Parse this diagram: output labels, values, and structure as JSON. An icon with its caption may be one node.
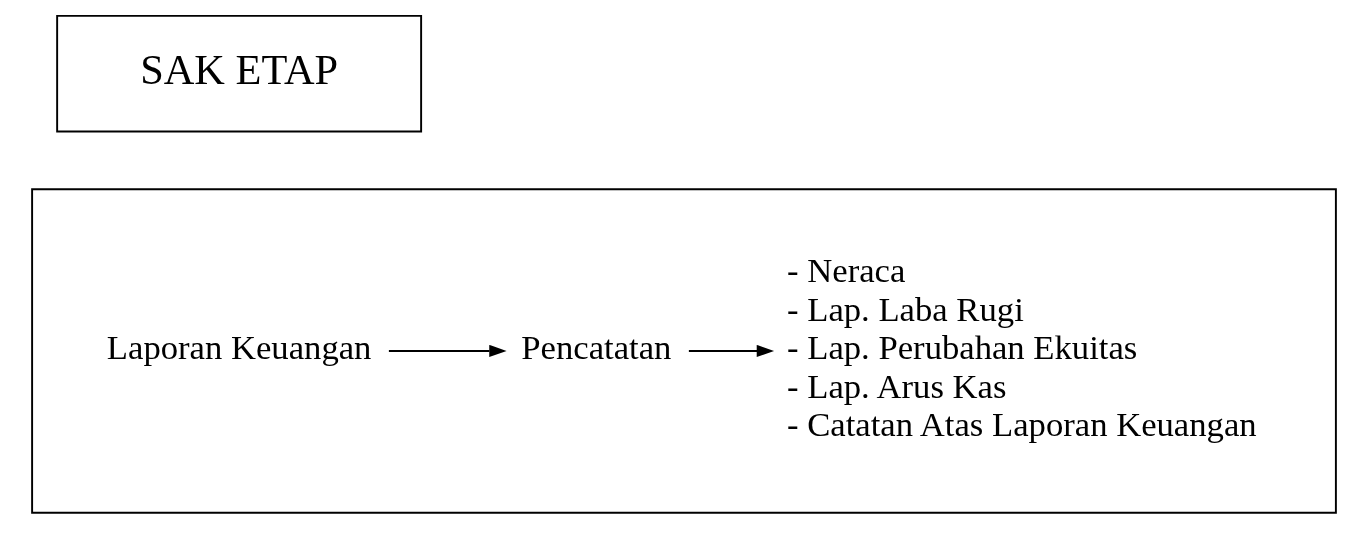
{
  "diagram": {
    "nodes": [
      {
        "text": [
          "SAK ETAP"
        ]
      },
      {
        "text": [],
        "shape": "box"
      },
      {
        "text": [
          "Laporan Keuangan"
        ],
        "in": 1
      },
      {
        "text": [
          "Pencatatan"
        ],
        "in": 1
      },
      {
        "text": [
          "- Neraca",
          "- Lap. Laba Rugi",
          "- Lap. Perubahan Ekuitas",
          "- Lap. Arus Kas",
          "- Catatan Atas Laporan Keuangan"
        ],
        "in": 1
      }
    ],
    "edges": [
      {
        "from": 2,
        "to": 3,
        "arrow": "to"
      },
      {
        "from": 3,
        "to": 4,
        "arrow": "to"
      }
    ]
  }
}
